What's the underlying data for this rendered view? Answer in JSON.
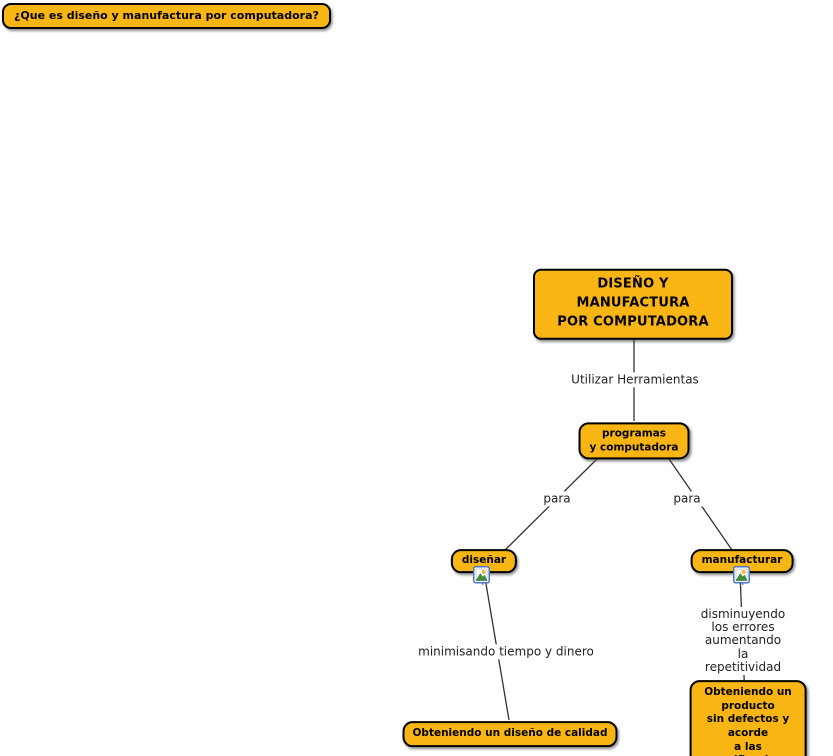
{
  "app": {
    "name": "concept-map",
    "background": "#ffffff"
  },
  "colors": {
    "node_fill": "#F9B513",
    "node_border": "#000000",
    "connector_line": "#333333",
    "label_text": "#222222"
  },
  "question": {
    "text": "¿Que es diseño y manufactura por computadora?"
  },
  "nodes": {
    "main": {
      "text": "DISEÑO Y MANUFACTURA\nPOR COMPUTADORA"
    },
    "programas": {
      "text": "programas\ny computadora"
    },
    "disenar": {
      "text": "diseñar"
    },
    "manufacturar": {
      "text": "manufacturar"
    },
    "calidad": {
      "text": "Obteniendo un diseño de calidad"
    },
    "producto": {
      "text": "Obteniendo un producto\nsin defectos y acorde\na las especificaciones"
    }
  },
  "links": {
    "utilizar": {
      "text": "Utilizar Herramientas"
    },
    "para_left": {
      "text": "para"
    },
    "para_right": {
      "text": "para"
    },
    "minimisando": {
      "text": "minimisando tiempo y dinero"
    },
    "disminuyendo": {
      "text": "disminuyendo los errores\naumentando la repetitividad"
    }
  },
  "icons": {
    "disenar_resource": "image-resource-icon",
    "manufacturar_resource": "image-resource-icon"
  }
}
